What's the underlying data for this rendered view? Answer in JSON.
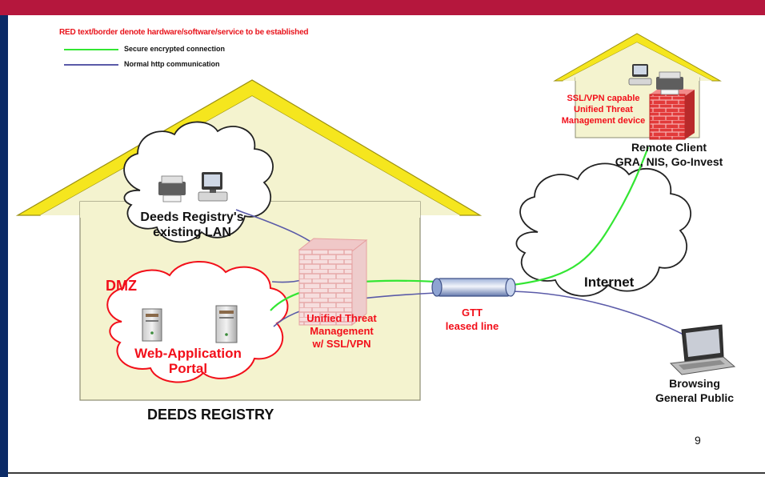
{
  "legend": {
    "title": "RED text/border denote hardware/software/service to be established",
    "items": [
      {
        "label": "Secure encrypted connection",
        "color": "#33e633"
      },
      {
        "label": "Normal http communication",
        "color": "#5a5aa8"
      }
    ]
  },
  "registry": {
    "title": "DEEDS REGISTRY",
    "lan_label_line1": "Deeds Registry's",
    "lan_label_line2": "existing LAN",
    "dmz_label": "DMZ",
    "portal_line1": "Web-Application",
    "portal_line2": "Portal",
    "utm_line1": "Unified Threat",
    "utm_line2": "Management",
    "utm_line3": "w/ SSL/VPN"
  },
  "gtt": {
    "line1": "GTT",
    "line2": "leased line"
  },
  "internet": {
    "label": "Internet"
  },
  "remote": {
    "device_line1": "SSL/VPN capable",
    "device_line2": "Unified Threat",
    "device_line3": "Management device",
    "client_line1": "Remote Client",
    "client_line2": "GRA, NIS, Go-Invest"
  },
  "public": {
    "line1": "Browsing",
    "line2": "General Public"
  },
  "page_number": "9",
  "colors": {
    "secure": "#33e633",
    "http": "#5a5aa8",
    "established": "#f20f1a",
    "roof": "#f5e61e",
    "house_wall": "#f4f3cf",
    "header_bar": "#b5173d",
    "side_bar": "#0b2a66"
  }
}
